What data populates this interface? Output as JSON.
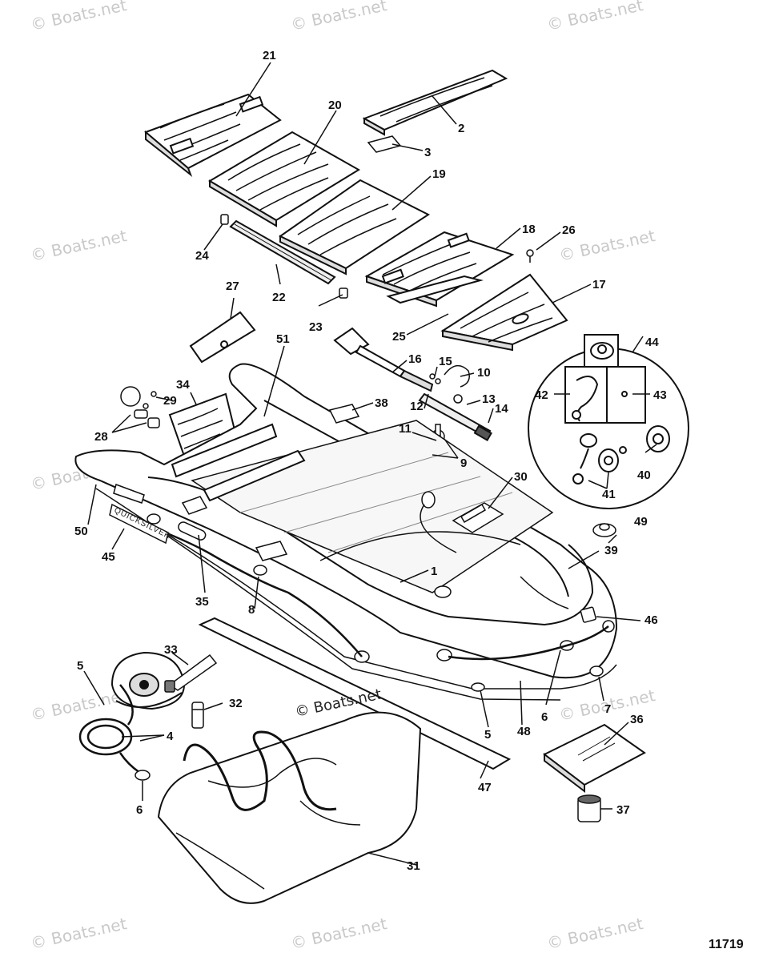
{
  "watermark": "© Boats.net",
  "center_watermark": "© Boats.net",
  "diagram_number": "11719",
  "boat_brand_text": "QUICKSILVER",
  "part_callouts": [
    "1",
    "2",
    "3",
    "4",
    "5",
    "5",
    "6",
    "6",
    "7",
    "8",
    "9",
    "10",
    "11",
    "12",
    "13",
    "14",
    "15",
    "16",
    "17",
    "18",
    "19",
    "20",
    "21",
    "22",
    "23",
    "24",
    "25",
    "26",
    "27",
    "28",
    "29",
    "30",
    "31",
    "32",
    "33",
    "34",
    "35",
    "36",
    "37",
    "38",
    "39",
    "40",
    "41",
    "42",
    "43",
    "44",
    "45",
    "46",
    "47",
    "48",
    "49",
    "50",
    "51"
  ]
}
